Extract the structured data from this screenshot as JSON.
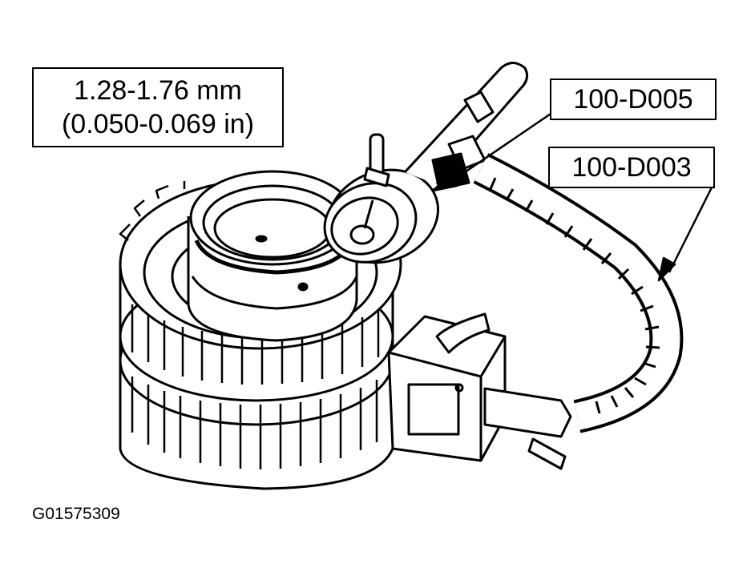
{
  "callouts": {
    "spec_mm": "1.28-1.76 mm",
    "spec_in": "(0.050-0.069 in)",
    "tool_dial_indicator": "100-D005",
    "tool_holder": "100-D003"
  },
  "figure_id": "G01575309"
}
